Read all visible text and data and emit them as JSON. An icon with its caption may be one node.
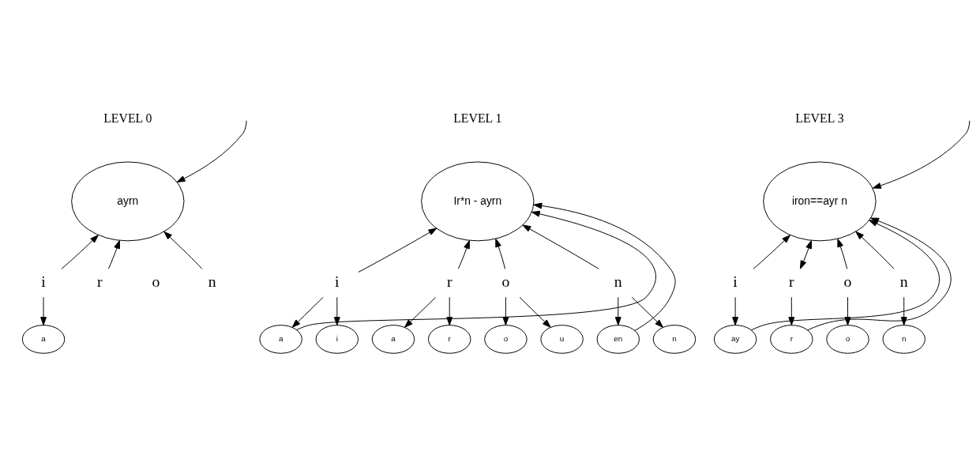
{
  "diagram": {
    "nodes": [
      {
        "text": [
          "ayrn"
        ]
      },
      {
        "text": [
          "a"
        ]
      },
      {
        "text": [
          "i"
        ]
      },
      {
        "text": [
          "r"
        ]
      },
      {
        "text": [
          "o"
        ]
      },
      {
        "text": [
          "n"
        ]
      },
      {
        "text": [
          "Ir*n - ayrn"
        ]
      },
      {
        "text": [
          "a"
        ]
      },
      {
        "text": [
          "i"
        ]
      },
      {
        "text": [
          "r"
        ]
      },
      {
        "text": [
          "o"
        ]
      },
      {
        "text": [
          "n"
        ]
      },
      {
        "text": [
          "en"
        ]
      },
      {
        "text": [
          "n"
        ]
      },
      {
        "text": [
          "i"
        ]
      },
      {
        "text": [
          "a"
        ]
      },
      {
        "text": [
          "r"
        ]
      },
      {
        "text": [
          "o"
        ]
      },
      {
        "text": [
          "u"
        ]
      },
      {
        "text": [
          "iron==ayr n"
        ]
      },
      {
        "text": [
          "i"
        ]
      },
      {
        "text": [
          "r"
        ]
      },
      {
        "text": [
          "o"
        ]
      },
      {
        "text": [
          "n"
        ]
      },
      {
        "text": [
          "ay"
        ]
      },
      {
        "text": [
          "r"
        ]
      },
      {
        "text": [
          "o"
        ]
      },
      {
        "text": [
          "n"
        ]
      }
    ],
    "edges": [
      {
        "from": null,
        "to": 0,
        "arrow": "to"
      },
      {
        "from": 2,
        "to": 1,
        "arrow": "to"
      },
      {
        "from": 2,
        "to": 0,
        "arrow": "to"
      },
      {
        "from": 3,
        "to": 0,
        "arrow": "to"
      },
      {
        "from": 5,
        "to": 0,
        "arrow": "to"
      },
      {
        "from": 7,
        "to": 6,
        "arrow": "to"
      },
      {
        "from": 8,
        "to": 6,
        "arrow": "to"
      },
      {
        "from": 9,
        "to": 6,
        "arrow": "to"
      },
      {
        "from": 10,
        "to": 6,
        "arrow": "to"
      },
      {
        "from": 11,
        "to": 6,
        "arrow": "to"
      },
      {
        "from": 12,
        "to": 6,
        "arrow": "to"
      },
      {
        "from": 8,
        "to": 7,
        "arrow": "to"
      },
      {
        "from": 8,
        "to": 14,
        "arrow": "to"
      },
      {
        "from": 9,
        "to": 15,
        "arrow": "to"
      },
      {
        "from": 9,
        "to": 16,
        "arrow": "to"
      },
      {
        "from": 10,
        "to": 17,
        "arrow": "to"
      },
      {
        "from": 10,
        "to": 18,
        "arrow": "to"
      },
      {
        "from": 11,
        "to": 13,
        "arrow": "to"
      },
      {
        "from": 11,
        "to": 12,
        "arrow": "to"
      },
      {
        "from": 24,
        "to": 19,
        "arrow": "to"
      },
      {
        "from": 20,
        "to": 19,
        "arrow": "to"
      },
      {
        "from": 21,
        "to": 19,
        "arrow": "both"
      },
      {
        "from": 25,
        "to": 19,
        "arrow": "to"
      },
      {
        "from": 22,
        "to": 19,
        "arrow": "to"
      },
      {
        "from": 23,
        "to": 19,
        "arrow": "to"
      },
      {
        "from": null,
        "to": 19,
        "arrow": "to"
      },
      {
        "from": 20,
        "to": 24,
        "arrow": "to"
      },
      {
        "from": 21,
        "to": 25,
        "arrow": "to"
      },
      {
        "from": 22,
        "to": 26,
        "arrow": "to"
      },
      {
        "from": 23,
        "to": 27,
        "arrow": "to"
      }
    ],
    "labels": [
      "LEVEL 0",
      "LEVEL 1",
      "LEVEL 3"
    ]
  }
}
